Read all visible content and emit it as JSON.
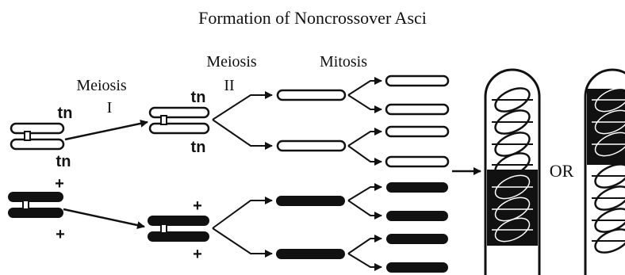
{
  "title": "Formation of Noncrossover Asci",
  "stages": {
    "meiosis_one": {
      "word": "Meiosis",
      "numeral": "I"
    },
    "meiosis_two": {
      "word": "Meiosis",
      "numeral": "II"
    },
    "mitosis": "Mitosis"
  },
  "alleles": {
    "mutant": "tn",
    "wild_type": "+"
  },
  "connector": "OR",
  "colors": {
    "ink": "#111111",
    "mutant_fill": "#ffffff",
    "wild_type_fill": "#111111"
  }
}
